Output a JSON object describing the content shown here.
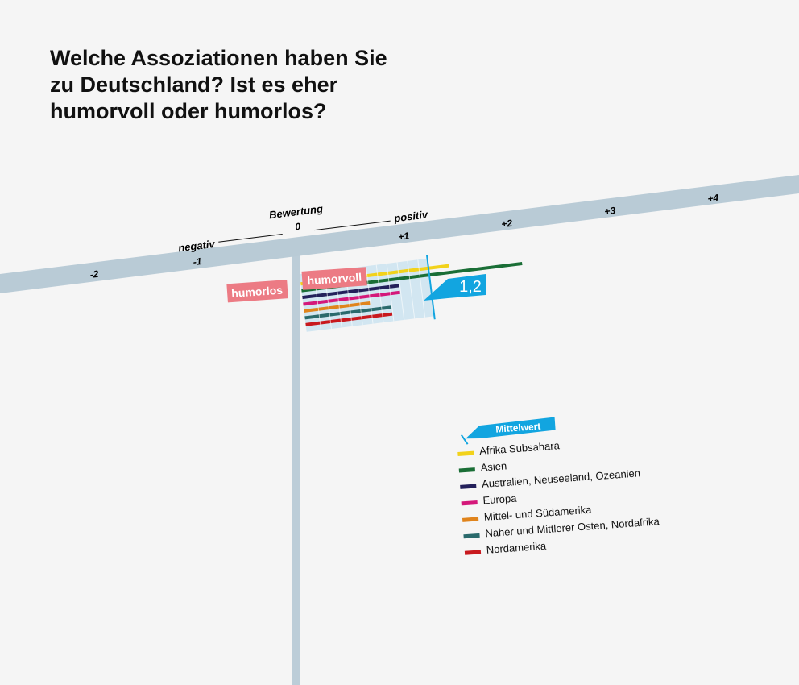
{
  "chart_data": {
    "type": "bar",
    "title": "Welche Assoziationen haben Sie zu Deutschland? Ist es eher humorvoll oder humorlos?",
    "axis": {
      "label": "Bewertung",
      "neg_label": "negativ",
      "pos_label": "positiv",
      "ticks": [
        "-2",
        "-1",
        "0",
        "+1",
        "+2",
        "+3",
        "+4"
      ],
      "tick_values": [
        -2,
        -1,
        0,
        1,
        2,
        3,
        4
      ]
    },
    "side_labels": {
      "left": "humorlos",
      "right": "humorvoll"
    },
    "mean": {
      "value": 1.2,
      "label": "1,2",
      "legend_label": "Mittelwert"
    },
    "categories": [
      "Afrika Subsahara",
      "Asien",
      "Australien, Neuseeland, Ozeanien",
      "Europa",
      "Mittel- und Südamerika",
      "Naher und Mittlerer Osten, Nordafrika",
      "Nordamerika"
    ],
    "values": [
      1.4,
      2.1,
      0.9,
      0.9,
      0.6,
      0.8,
      0.8
    ],
    "colors": [
      "#f2d21b",
      "#1a6e36",
      "#23205a",
      "#d4187a",
      "#e0841c",
      "#2a6a6c",
      "#c8191e"
    ]
  }
}
